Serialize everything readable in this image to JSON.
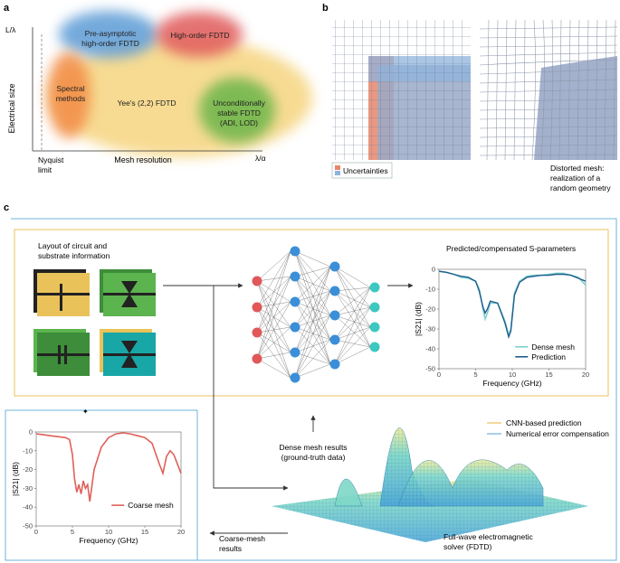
{
  "panel_a": {
    "label": "a",
    "y_axis_top": "L/λ",
    "y_axis_title": "Electrical size",
    "x_axis_title": "Mesh resolution",
    "x_axis_right": "λ/α",
    "nyquist_line1": "Nyquist",
    "nyquist_line2": "limit",
    "blobs": {
      "pre_asymptotic": [
        "Pre-asymptotic",
        "high-order FDTD"
      ],
      "high_order": "High-order FDTD",
      "spectral": [
        "Spectral",
        "methods"
      ],
      "yee": "Yee's (2,2) FDTD",
      "unconditional": [
        "Unconditionally",
        "stable FDTD",
        "(ADI, LOD)"
      ]
    },
    "colors": {
      "blue": "#5b9bd5",
      "red": "#e05a5a",
      "orange": "#f28b45",
      "yellow": "#f5cf6e",
      "green": "#6ab548"
    }
  },
  "panel_b": {
    "label": "b",
    "legend_label": "Uncertainties",
    "distorted_line1": "Distorted mesh:",
    "distorted_line2": "realization of a",
    "distorted_line3": "random geometry",
    "colors": {
      "uncert_red": "#e8866a",
      "uncert_blue": "#8fb3dc",
      "fill": "#9aa9c8"
    }
  },
  "panel_c": {
    "label": "c",
    "layout_line1": "Layout of circuit and",
    "layout_line2": "substrate information",
    "predicted_title": "Predicted/compensated S-parameters",
    "dense_line1": "Dense mesh results",
    "dense_line2": "(ground-truth data)",
    "coarse_line1": "Coarse-mesh",
    "coarse_line2": "results",
    "solver_line1": "Full-wave electromagnetic",
    "solver_line2": "solver (FDTD)",
    "legend_cnn": "CNN-based prediction",
    "legend_num": "Numerical error compensation",
    "colors": {
      "yellow_box": "#e8c15c",
      "blue_box": "#6fb3d8",
      "node_red": "#e05858",
      "node_blue": "#3a8fd8",
      "node_teal": "#3cc8c0"
    }
  },
  "chart_data": [
    {
      "type": "line",
      "title": "Predicted/compensated S-parameters",
      "xlabel": "Frequency (GHz)",
      "ylabel": "|S21| (dB)",
      "xlim": [
        0,
        20
      ],
      "ylim": [
        -50,
        0
      ],
      "x_ticks": [
        "0",
        "5",
        "10",
        "15",
        "20"
      ],
      "y_ticks": [
        "0",
        "-10",
        "-20",
        "-30",
        "-40",
        "-50"
      ],
      "legend_placement": "bottom-right",
      "series": [
        {
          "name": "Dense mesh",
          "color": "#7fd0cf",
          "x": [
            0,
            1,
            2,
            3,
            4,
            5,
            5.5,
            6,
            6.3,
            6.6,
            7,
            8,
            9,
            9.5,
            9.8,
            10.3,
            11,
            12,
            13,
            14,
            15,
            16,
            17,
            18,
            19,
            20
          ],
          "y": [
            -1,
            -1.5,
            -2.5,
            -4,
            -4.5,
            -6,
            -10,
            -20,
            -25,
            -22,
            -17,
            -17,
            -26,
            -33,
            -30,
            -12,
            -6,
            -3.5,
            -3,
            -3,
            -2.5,
            -2,
            -2,
            -3,
            -4,
            -8
          ]
        },
        {
          "name": "Prediction",
          "color": "#1f5d8c",
          "x": [
            0,
            1,
            2,
            3,
            4,
            5,
            5.5,
            6,
            6.3,
            6.6,
            7,
            8,
            9,
            9.5,
            9.8,
            10.3,
            11,
            12,
            13,
            14,
            15,
            16,
            17,
            18,
            19,
            20
          ],
          "y": [
            -1,
            -1.5,
            -2.5,
            -3.5,
            -4,
            -6,
            -11,
            -19,
            -22,
            -20,
            -16,
            -17,
            -27,
            -34,
            -31,
            -13,
            -6.5,
            -4,
            -3.5,
            -3,
            -3,
            -2.5,
            -2.5,
            -3,
            -4.5,
            -6
          ]
        }
      ]
    },
    {
      "type": "line",
      "title": "",
      "xlabel": "Frequency (GHz)",
      "ylabel": "|S21| (dB)",
      "xlim": [
        0,
        20
      ],
      "ylim": [
        -50,
        0
      ],
      "x_ticks": [
        "0",
        "5",
        "10",
        "15",
        "20"
      ],
      "y_ticks": [
        "0",
        "-10",
        "-20",
        "-30",
        "-40",
        "-50"
      ],
      "legend_placement": "bottom-right",
      "series": [
        {
          "name": "Coarse mesh",
          "color": "#e0605a",
          "x": [
            0,
            1,
            2,
            3,
            4,
            4.6,
            5,
            5.3,
            5.6,
            5.9,
            6.2,
            6.5,
            6.8,
            7.1,
            7.4,
            8,
            9,
            10,
            11,
            12,
            13,
            14,
            15,
            16,
            17,
            17.5,
            18,
            18.5,
            19,
            20
          ],
          "y": [
            -1,
            -1.5,
            -2,
            -2.5,
            -3,
            -4,
            -12,
            -25,
            -32,
            -28,
            -33,
            -26,
            -30,
            -28,
            -37,
            -20,
            -8,
            -3,
            -1,
            -0.5,
            -1,
            -2,
            -3,
            -6,
            -17,
            -22,
            -13,
            -10,
            -12,
            -22
          ]
        }
      ]
    }
  ]
}
